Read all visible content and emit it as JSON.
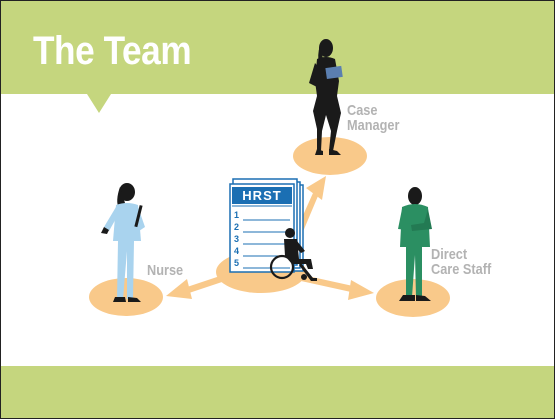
{
  "slide": {
    "title": "The Team"
  },
  "roles": {
    "case_manager": {
      "line1": "Case",
      "line2": "Manager"
    },
    "nurse": {
      "label": "Nurse"
    },
    "direct_care": {
      "line1": "Direct",
      "line2": "Care Staff"
    }
  },
  "document": {
    "heading": "HRST",
    "items": [
      "1",
      "2",
      "3",
      "4",
      "5"
    ]
  },
  "colors": {
    "header": "#c5d67e",
    "ellipse": "#f9c98a",
    "nurse_scrubs": "#a9d3ee",
    "direct_care_scrubs": "#2b8f62",
    "doc_blue": "#1b6fb3",
    "label_gray": "#b3b3b3"
  }
}
